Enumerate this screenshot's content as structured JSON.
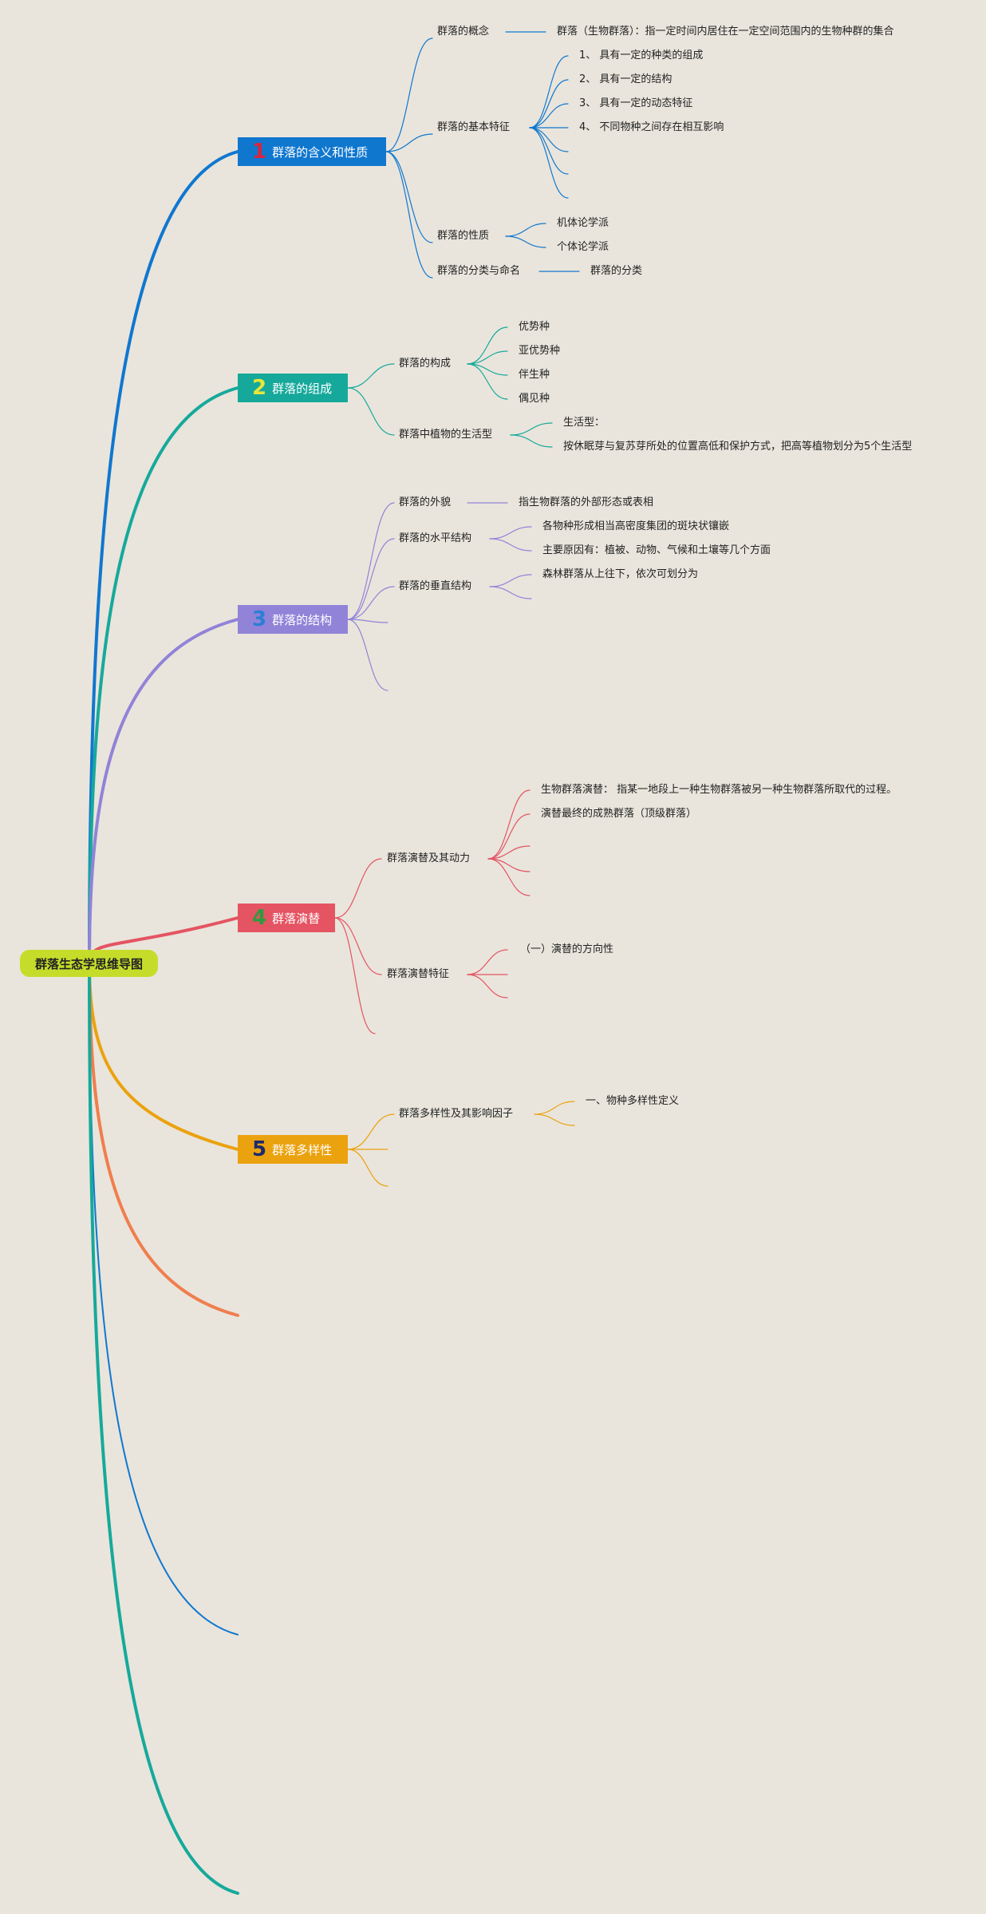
{
  "root": "群落生态学思维导图",
  "colors": {
    "background": "#e9e5dc",
    "root": "#c5dd2a",
    "branch1": "#1077cf",
    "branch2": "#16a99b",
    "branch3": "#9183d8",
    "branch4": "#e45462",
    "branch5": "#eba20f",
    "extra_orange": "#f07e4e"
  },
  "branches": [
    {
      "num": "1",
      "label": "群落的含义和性质",
      "children": [
        {
          "label": "群落的概念",
          "details": [
            "群落（生物群落）：指一定时间内居住在一定空间范围内的生物种群的集合"
          ]
        },
        {
          "label": "群落的基本特征",
          "details": [
            "1、 具有一定的种类的组成",
            "2、 具有一定的结构",
            "3、 具有一定的动态特征",
            "4、 不同物种之间存在相互影响"
          ]
        },
        {
          "label": "群落的性质",
          "details": [
            "机体论学派",
            "个体论学派"
          ]
        },
        {
          "label": "群落的分类与命名",
          "details": [
            "群落的分类"
          ]
        }
      ]
    },
    {
      "num": "2",
      "label": "群落的组成",
      "children": [
        {
          "label": "群落的构成",
          "details": [
            "优势种",
            "亚优势种",
            "伴生种",
            "偶见种"
          ]
        },
        {
          "label": "群落中植物的生活型",
          "details": [
            "生活型：",
            "按休眠芽与复苏芽所处的位置高低和保护方式，把高等植物划分为5个生活型"
          ]
        }
      ]
    },
    {
      "num": "3",
      "label": "群落的结构",
      "children": [
        {
          "label": "群落的外貌",
          "details": [
            "指生物群落的外部形态或表相"
          ]
        },
        {
          "label": "群落的水平结构",
          "details": [
            "各物种形成相当高密度集团的斑块状镶嵌",
            "主要原因有：植被、动物、气候和土壤等几个方面"
          ]
        },
        {
          "label": "群落的垂直结构",
          "details": [
            "森林群落从上往下，依次可划分为"
          ]
        }
      ]
    },
    {
      "num": "4",
      "label": "群落演替",
      "children": [
        {
          "label": "群落演替及其动力",
          "details": [
            "生物群落演替： 指某一地段上一种生物群落被另一种生物群落所取代的过程。",
            "演替最终的成熟群落（顶级群落）"
          ]
        },
        {
          "label": "群落演替特征",
          "details": [
            "（一）演替的方向性"
          ]
        }
      ]
    },
    {
      "num": "5",
      "label": "群落多样性",
      "children": [
        {
          "label": "群落多样性及其影响因子",
          "details": [
            "一、物种多样性定义"
          ]
        }
      ]
    }
  ]
}
